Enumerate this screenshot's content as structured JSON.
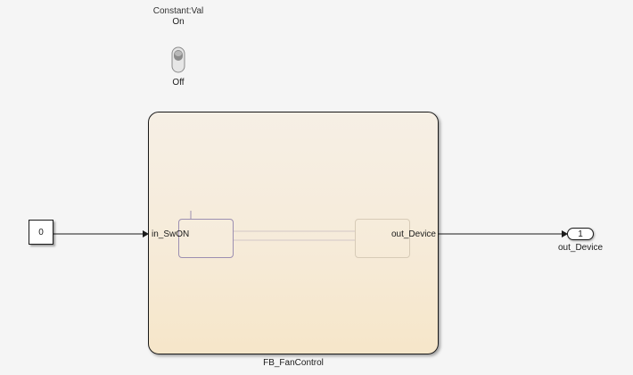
{
  "toggle": {
    "parameter_label": "Constant:Val",
    "on_label": "On",
    "off_label": "Off"
  },
  "constant": {
    "value": "0"
  },
  "function_block": {
    "name": "FB_FanControl",
    "input_port_label": "in_SwON",
    "output_port_label": "out_Device"
  },
  "outport": {
    "number": "1",
    "name": "out_Device"
  },
  "colors": {
    "canvas_background": "#f5f5f5",
    "block_fill_top": "#f6efe5",
    "block_fill_bottom": "#f6e6c9",
    "line": "#1a1a1a",
    "state_border": "#9c8fb1"
  }
}
